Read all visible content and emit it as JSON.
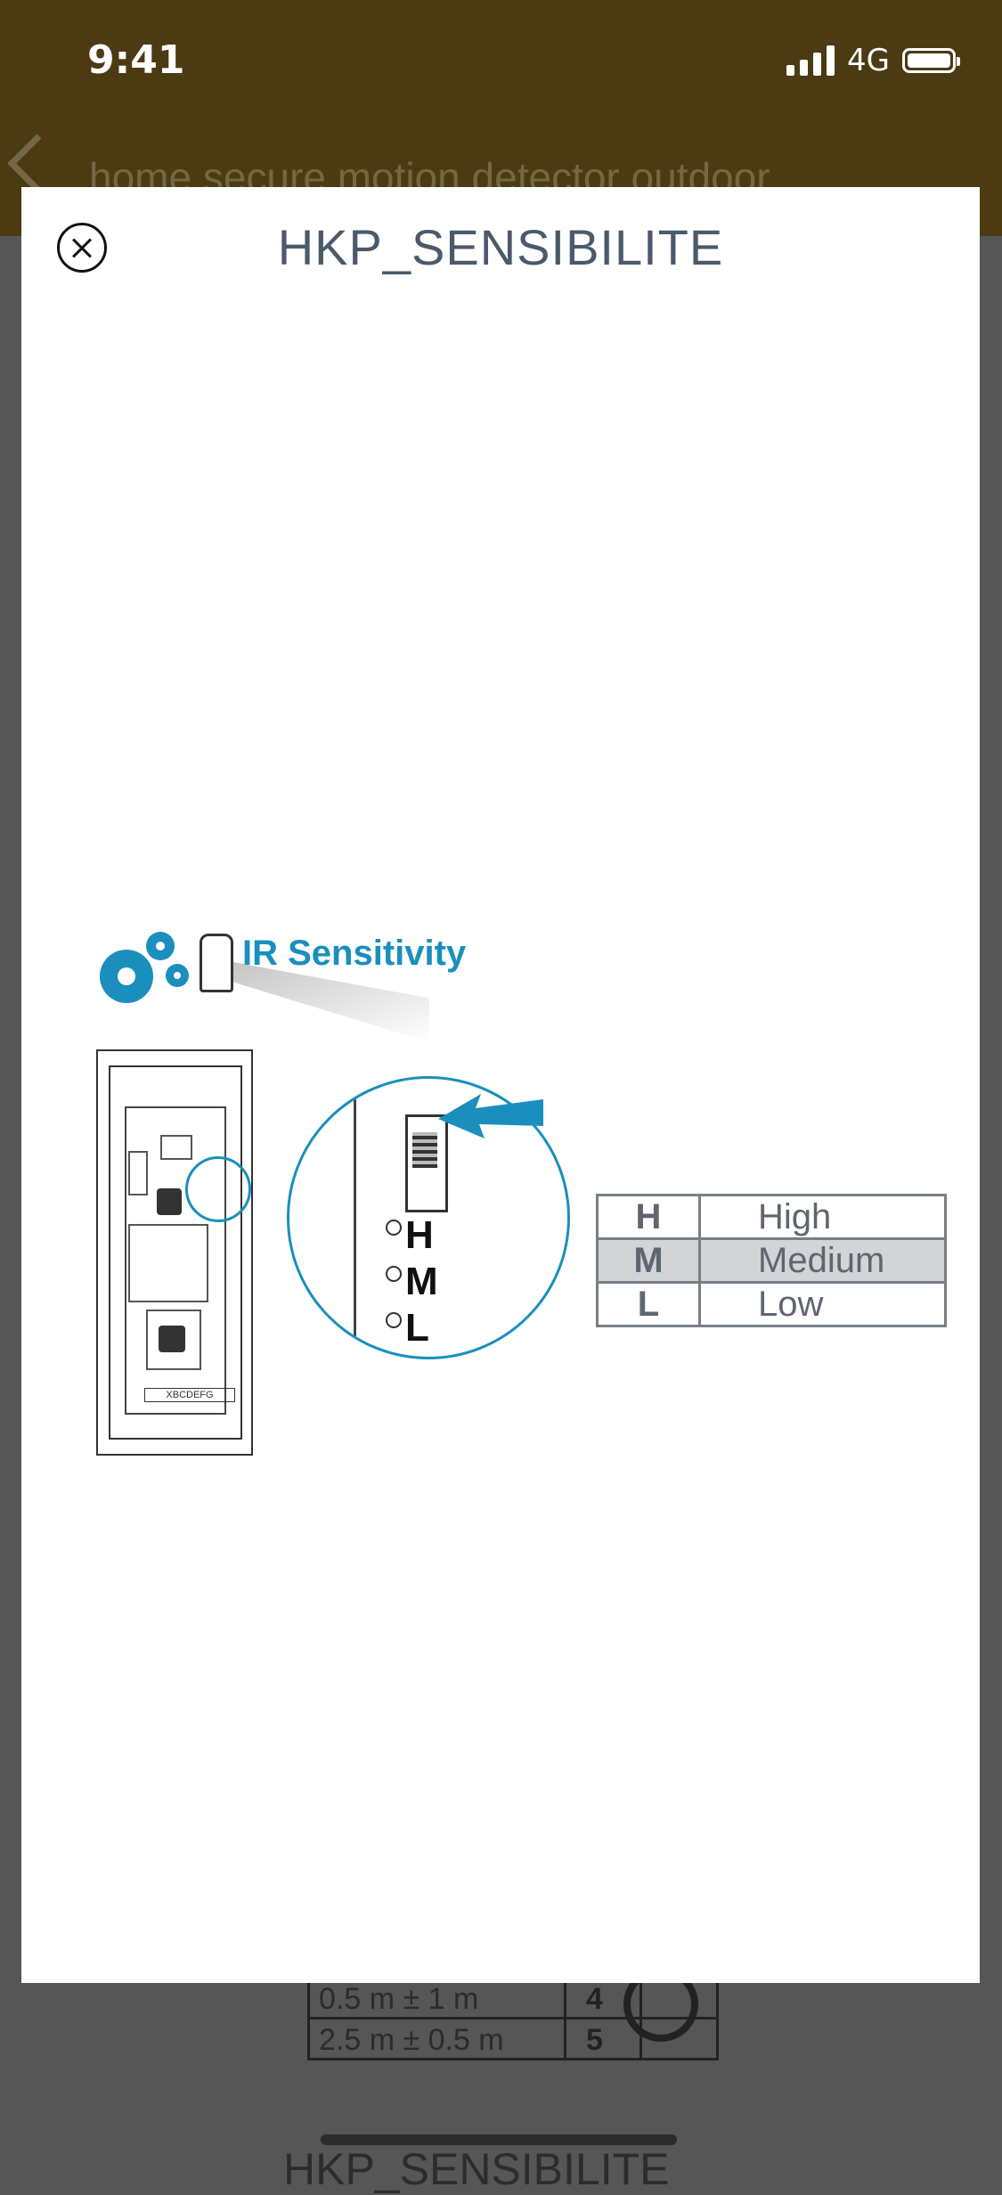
{
  "status_bar": {
    "time": "9:41",
    "network": "4G"
  },
  "header": {
    "title": "home secure motion detector outdoor"
  },
  "modal": {
    "title": "HKP_SENSIBILITE",
    "illustration": {
      "heading": "IR Sensitivity",
      "switch_labels": [
        "H",
        "M",
        "L"
      ],
      "scale_text": "XBCDEFG",
      "table": [
        {
          "key": "H",
          "value": "High"
        },
        {
          "key": "M",
          "value": "Medium"
        },
        {
          "key": "L",
          "value": "Low"
        }
      ]
    }
  },
  "background": {
    "table_rows": [
      {
        "range": "0.5 m ± 1 m",
        "level": "4"
      },
      {
        "range": "2.5 m ± 0.5 m",
        "level": "5"
      }
    ],
    "bottom_title": "HKP_SENSIBILITE"
  },
  "colors": {
    "header_bg": "#4c3b12",
    "accent": "#1a8fbd",
    "title_text": "#4a5a6c"
  }
}
